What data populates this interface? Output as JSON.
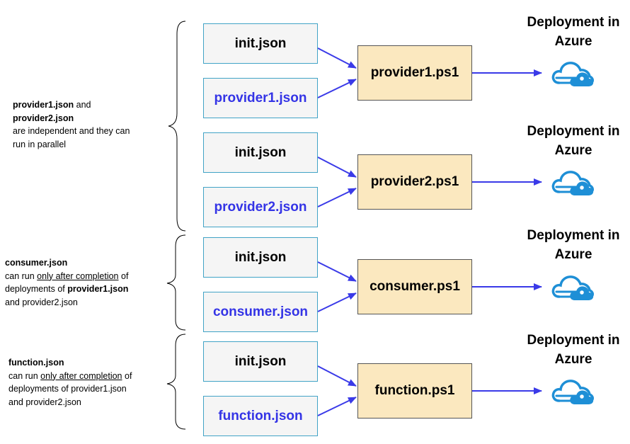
{
  "groups": [
    {
      "note": {
        "parts": [
          {
            "text": "provider1.json",
            "style": "bold"
          },
          {
            "text": " and",
            "style": "plain"
          },
          {
            "text": "\n",
            "style": "plain"
          },
          {
            "text": "provider2.json",
            "style": "bold"
          },
          {
            "text": "\n",
            "style": "plain"
          },
          {
            "text": "are independent and they can",
            "style": "plain"
          },
          {
            "text": "\n",
            "style": "plain"
          },
          {
            "text": "run in parallel",
            "style": "plain"
          }
        ]
      },
      "pipelines": [
        {
          "inputs": [
            "init.json",
            "provider1.json"
          ],
          "script": "provider1.ps1",
          "target": "Deployment in Azure"
        },
        {
          "inputs": [
            "init.json",
            "provider2.json"
          ],
          "script": "provider2.ps1",
          "target": "Deployment in Azure"
        }
      ]
    },
    {
      "note": {
        "parts": [
          {
            "text": "consumer.json",
            "style": "bold"
          },
          {
            "text": "\n",
            "style": "plain"
          },
          {
            "text": "can run ",
            "style": "plain"
          },
          {
            "text": "only after completion",
            "style": "underline"
          },
          {
            "text": " of",
            "style": "plain"
          },
          {
            "text": "\n",
            "style": "plain"
          },
          {
            "text": "deployments of ",
            "style": "plain"
          },
          {
            "text": "provider1.json",
            "style": "bold"
          },
          {
            "text": "\n",
            "style": "plain"
          },
          {
            "text": "and provider2.json",
            "style": "plain"
          }
        ]
      },
      "pipelines": [
        {
          "inputs": [
            "init.json",
            "consumer.json"
          ],
          "script": "consumer.ps1",
          "target": "Deployment in Azure"
        }
      ]
    },
    {
      "note": {
        "parts": [
          {
            "text": "function.json",
            "style": "bold"
          },
          {
            "text": "\n",
            "style": "plain"
          },
          {
            "text": "can run ",
            "style": "plain"
          },
          {
            "text": "only after completion",
            "style": "underline"
          },
          {
            "text": " of",
            "style": "plain"
          },
          {
            "text": "\n",
            "style": "plain"
          },
          {
            "text": "deployments of provider1.json",
            "style": "plain"
          },
          {
            "text": "\n",
            "style": "plain"
          },
          {
            "text": "and provider2.json",
            "style": "plain"
          }
        ]
      },
      "pipelines": [
        {
          "inputs": [
            "init.json",
            "function.json"
          ],
          "script": "function.ps1",
          "target": "Deployment in Azure"
        }
      ]
    }
  ],
  "colors": {
    "arrow": "#3a3ae8",
    "json_box_border": "#41a3c6",
    "json_box_fill": "#f5f5f5",
    "specific_json_text": "#3434e6",
    "script_box_fill": "#fbe8bf",
    "cloud": "#1e8fd6"
  },
  "icons": {
    "cloud": "azure-cloud-icon"
  }
}
